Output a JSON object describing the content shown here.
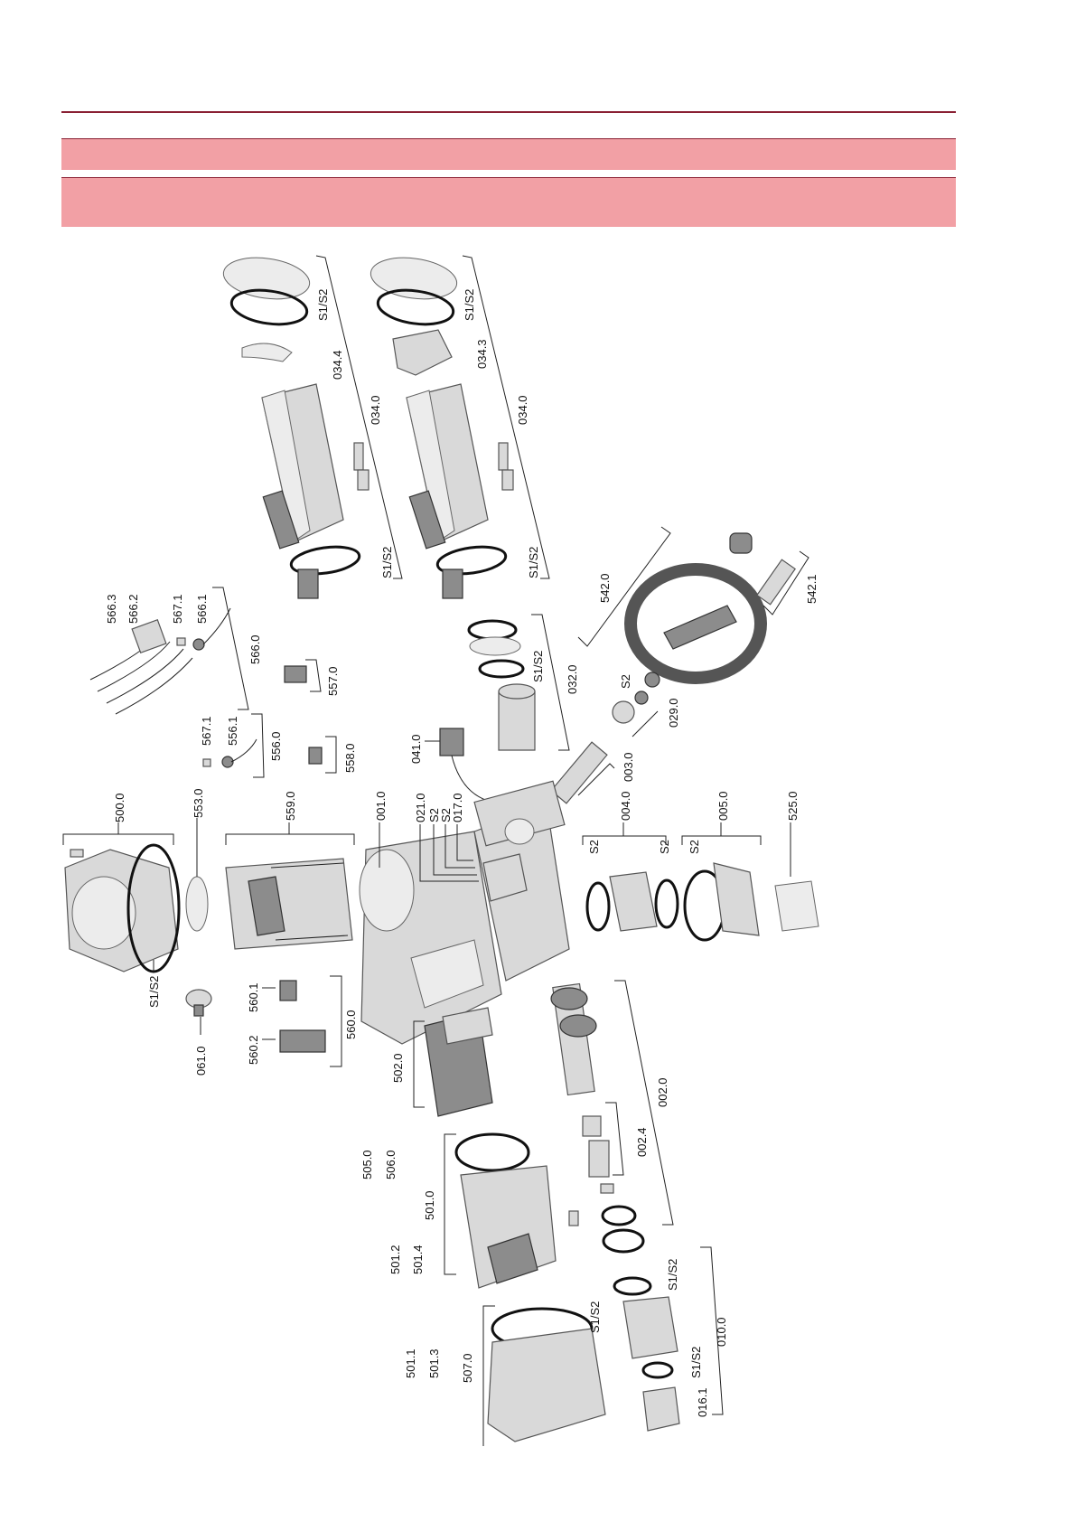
{
  "header": {
    "colors": {
      "rule": "#8a2033",
      "band": "#f2a0a5"
    }
  },
  "labels": [
    "500.0",
    "553.0",
    "559.0",
    "001.0",
    "021.0",
    "S2",
    "S2",
    "017.0",
    "S1/S2",
    "061.0",
    "560.1",
    "560.2",
    "560.0",
    "502.0",
    "505.0",
    "506.0",
    "501.0",
    "501.2",
    "501.4",
    "501.1",
    "501.3",
    "507.0",
    "S1/S2",
    "S1/S2",
    "010.0",
    "S1/S2",
    "016.1",
    "002.0",
    "002.4",
    "004.0",
    "S2",
    "S2",
    "005.0",
    "S2",
    "525.0",
    "041.0",
    "003.0",
    "S2",
    "029.0",
    "S1/S2",
    "032.0",
    "542.0",
    "542.1",
    "566.3",
    "566.2",
    "567.1",
    "566.1",
    "566.0",
    "557.0",
    "567.1",
    "556.1",
    "556.0",
    "558.0",
    "S1/S2",
    "034.4",
    "034.0",
    "S1/S2",
    "S1/S2",
    "034.3",
    "034.0",
    "S1/S2"
  ]
}
